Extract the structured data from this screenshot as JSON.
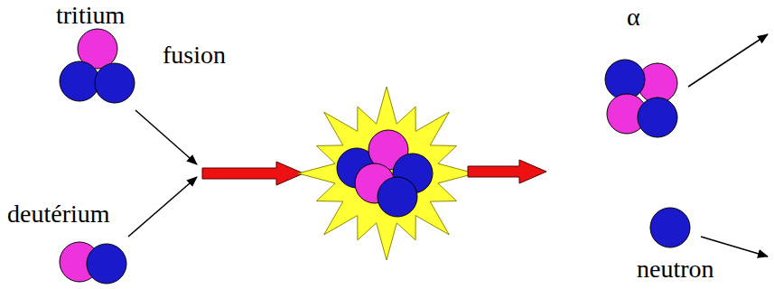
{
  "diagram": {
    "labels": [
      "tritium",
      "fusion",
      "deutérium",
      "α",
      "neutron"
    ]
  }
}
